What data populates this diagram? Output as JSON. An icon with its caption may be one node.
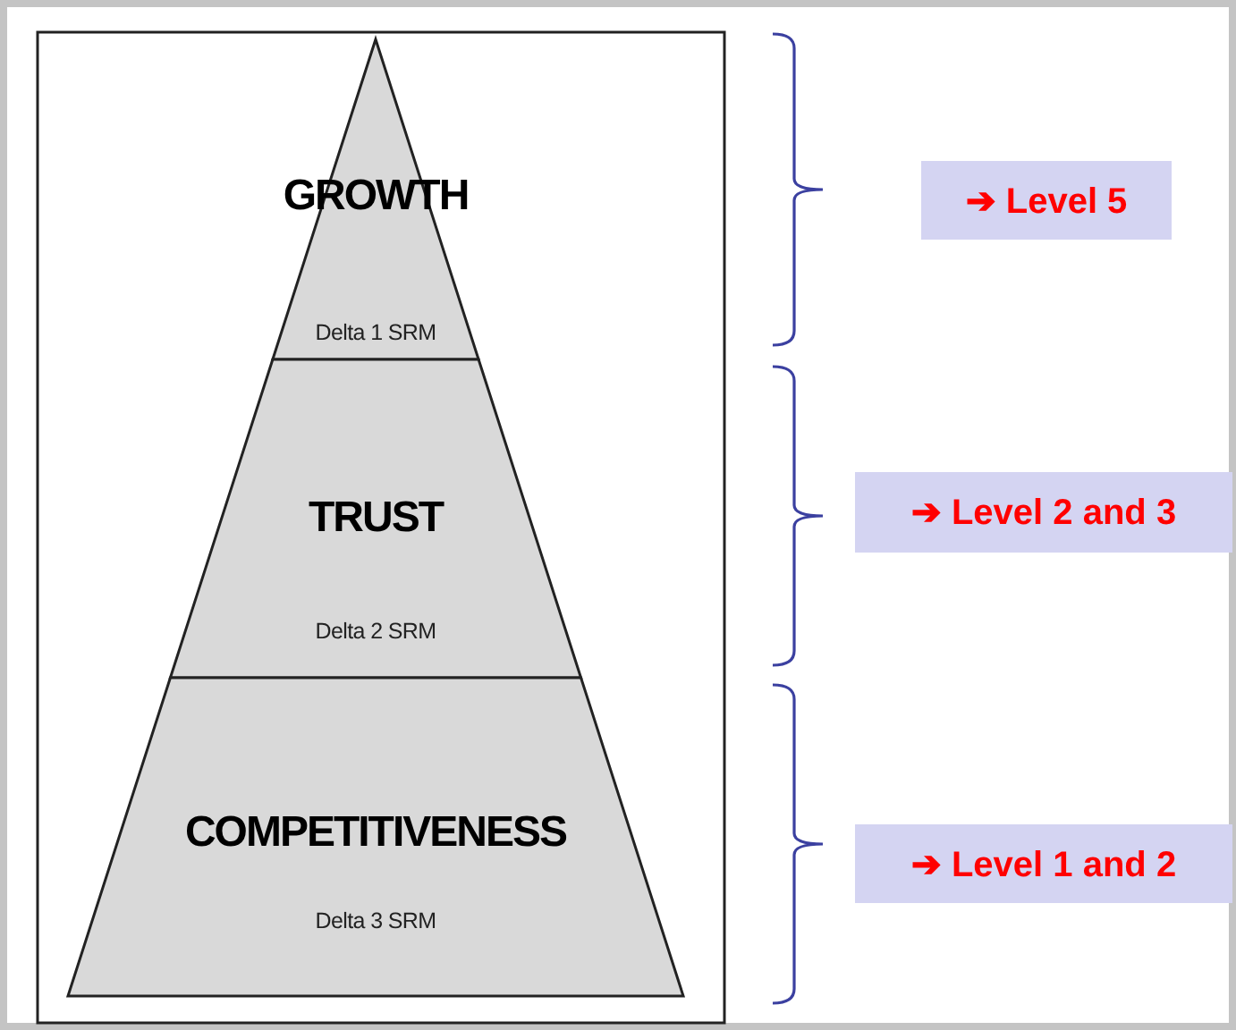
{
  "diagram": {
    "nodes": [
      {
        "text": [
          "GROWTH",
          "Delta 1 SRM"
        ]
      },
      {
        "text": [
          "TRUST",
          "Delta 2 SRM"
        ]
      },
      {
        "text": [
          "COMPETITIVENESS",
          "Delta 3 SRM"
        ]
      },
      {
        "text": [
          "➔ Level 5"
        ]
      },
      {
        "text": [
          "➔ Level 2 and 3"
        ]
      },
      {
        "text": [
          "➔ Level 1 and 2"
        ]
      }
    ]
  }
}
